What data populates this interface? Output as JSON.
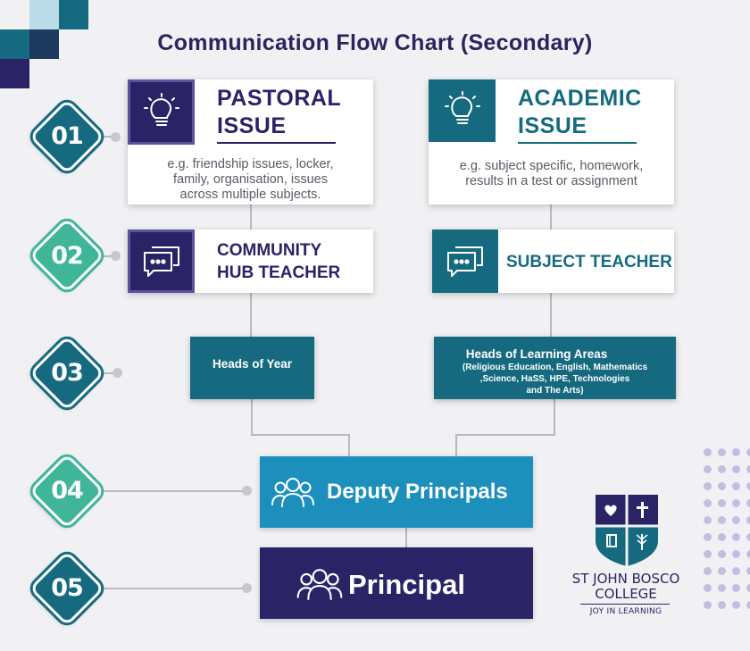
{
  "title": "Communication Flow Chart (Secondary)",
  "colors": {
    "navy": "#2a2366",
    "teal": "#156a80",
    "mint": "#3fb59a",
    "sky": "#1d8fbd",
    "connector": "#b9b9c0"
  },
  "steps": [
    {
      "number": "01",
      "color": "#156a80"
    },
    {
      "number": "02",
      "color": "#3fb59a"
    },
    {
      "number": "03",
      "color": "#156a80"
    },
    {
      "number": "04",
      "color": "#3fb59a"
    },
    {
      "number": "05",
      "color": "#156a80"
    }
  ],
  "pastoral": {
    "title_line1": "PASTORAL",
    "title_line2": "ISSUE",
    "icon": "lightbulb-icon",
    "description_line1": "e.g. friendship issues, locker,",
    "description_line2": "family, organisation, issues",
    "description_line3": "across multiple subjects."
  },
  "academic": {
    "title_line1": "ACADEMIC",
    "title_line2": "ISSUE",
    "icon": "lightbulb-icon",
    "description_line1": "e.g. subject specific, homework,",
    "description_line2": "results in a test or assignment"
  },
  "community_hub": {
    "title_line1": "COMMUNITY",
    "title_line2": "HUB TEACHER",
    "icon": "chat-bubbles-icon"
  },
  "subject_teacher": {
    "title": "SUBJECT TEACHER",
    "icon": "chat-bubbles-icon"
  },
  "heads_of_year": {
    "label": "Heads of Year"
  },
  "heads_of_learning": {
    "title": "Heads of Learning Areas",
    "detail_line1": "(Religious Education, English, Mathematics",
    "detail_line2": ",Science, HaSS, HPE, Technologies",
    "detail_line3": "and The Arts)"
  },
  "deputy": {
    "label": "Deputy Principals",
    "icon": "people-group-icon"
  },
  "principal": {
    "label": "Principal",
    "icon": "people-group-icon"
  },
  "logo": {
    "line1": "ST JOHN BOSCO",
    "line2": "COLLEGE",
    "tagline": "JOY IN LEARNING",
    "icons": [
      "heart-icon",
      "cross-icon",
      "book-icon",
      "tree-icon"
    ]
  }
}
